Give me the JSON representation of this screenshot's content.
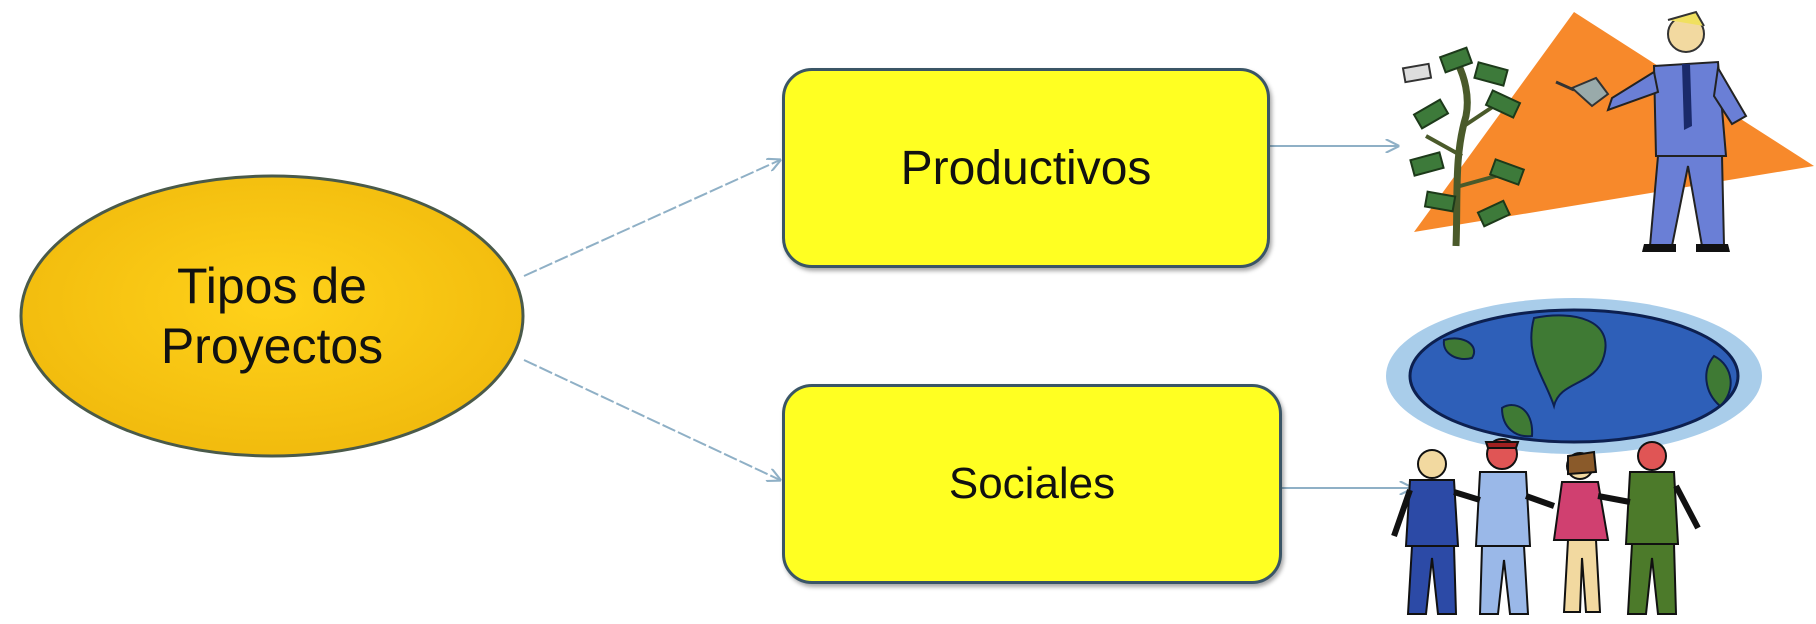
{
  "diagram": {
    "root": {
      "line1": "Tipos de",
      "line2": "Proyectos"
    },
    "branches": [
      {
        "label": "Productivos",
        "illustration": "money-tree-businessman-icon"
      },
      {
        "label": "Sociales",
        "illustration": "globe-people-icon"
      }
    ]
  },
  "colors": {
    "root_fill": "#f5c414",
    "box_fill": "#ffff22",
    "box_border": "#3a5566",
    "connector": "#8fb0c6",
    "triangle": "#f7892b",
    "globe_ocean": "#2e5fb8",
    "globe_land": "#3f7a34",
    "globe_halo": "#a9cdea"
  }
}
